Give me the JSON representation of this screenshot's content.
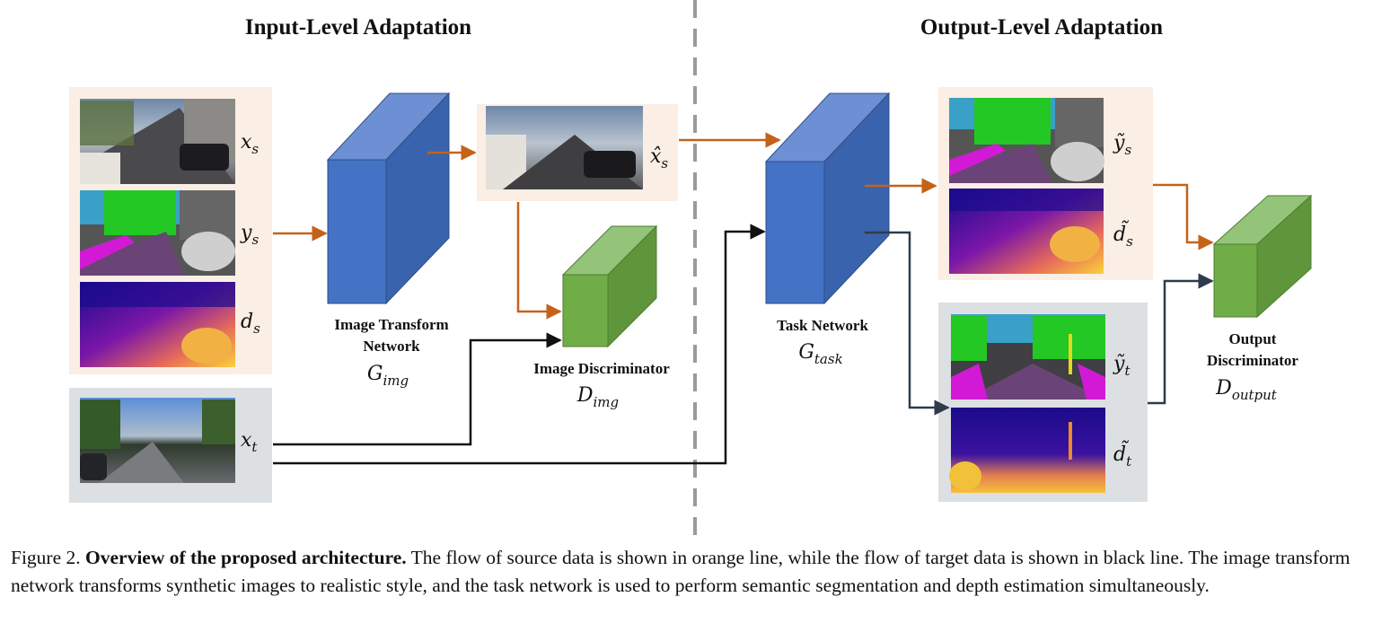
{
  "sections": {
    "input_title": "Input-Level Adaptation",
    "output_title": "Output-Level Adaptation"
  },
  "labels": {
    "x_s": {
      "base": "x",
      "sub": "s"
    },
    "y_s": {
      "base": "y",
      "sub": "s"
    },
    "d_s": {
      "base": "d",
      "sub": "s"
    },
    "x_t": {
      "base": "x",
      "sub": "t"
    },
    "xhat_s": {
      "base": "x̂",
      "sub": "s"
    },
    "ytilde_s": {
      "base": "ỹ",
      "sub": "s"
    },
    "dtilde_s": {
      "base": "d̃",
      "sub": "s"
    },
    "ytilde_t": {
      "base": "ỹ",
      "sub": "t"
    },
    "dtilde_t": {
      "base": "d̃",
      "sub": "t"
    }
  },
  "modules": {
    "image_transform": {
      "line1": "Image Transform",
      "line2": "Network",
      "symbol": "G",
      "sub": "img"
    },
    "image_discriminator": {
      "line1": "Image Discriminator",
      "symbol": "D",
      "sub": "img"
    },
    "task_network": {
      "line1": "Task Network",
      "symbol": "G",
      "sub": "task"
    },
    "output_discriminator": {
      "line1": "Output",
      "line2": "Discriminator",
      "symbol": "D",
      "sub": "output"
    }
  },
  "colors": {
    "source_flow": "#c5621a",
    "target_flow": "#111111",
    "target_flow_alt": "#2f3b4c",
    "generator_blue": "#4472c4",
    "discriminator_green": "#70ad47",
    "source_panel": "#fbeee4",
    "target_panel": "#dde0e3",
    "divider": "#9a9a9a"
  },
  "caption": {
    "prefix": "Figure 2. ",
    "bold": "Overview of the proposed architecture.",
    "text": " The flow of source data is shown in orange line, while the flow of target data is shown in black line. The image transform network transforms synthetic images to realistic style, and the task network is used to perform semantic segmentation and depth estimation simultaneously."
  }
}
